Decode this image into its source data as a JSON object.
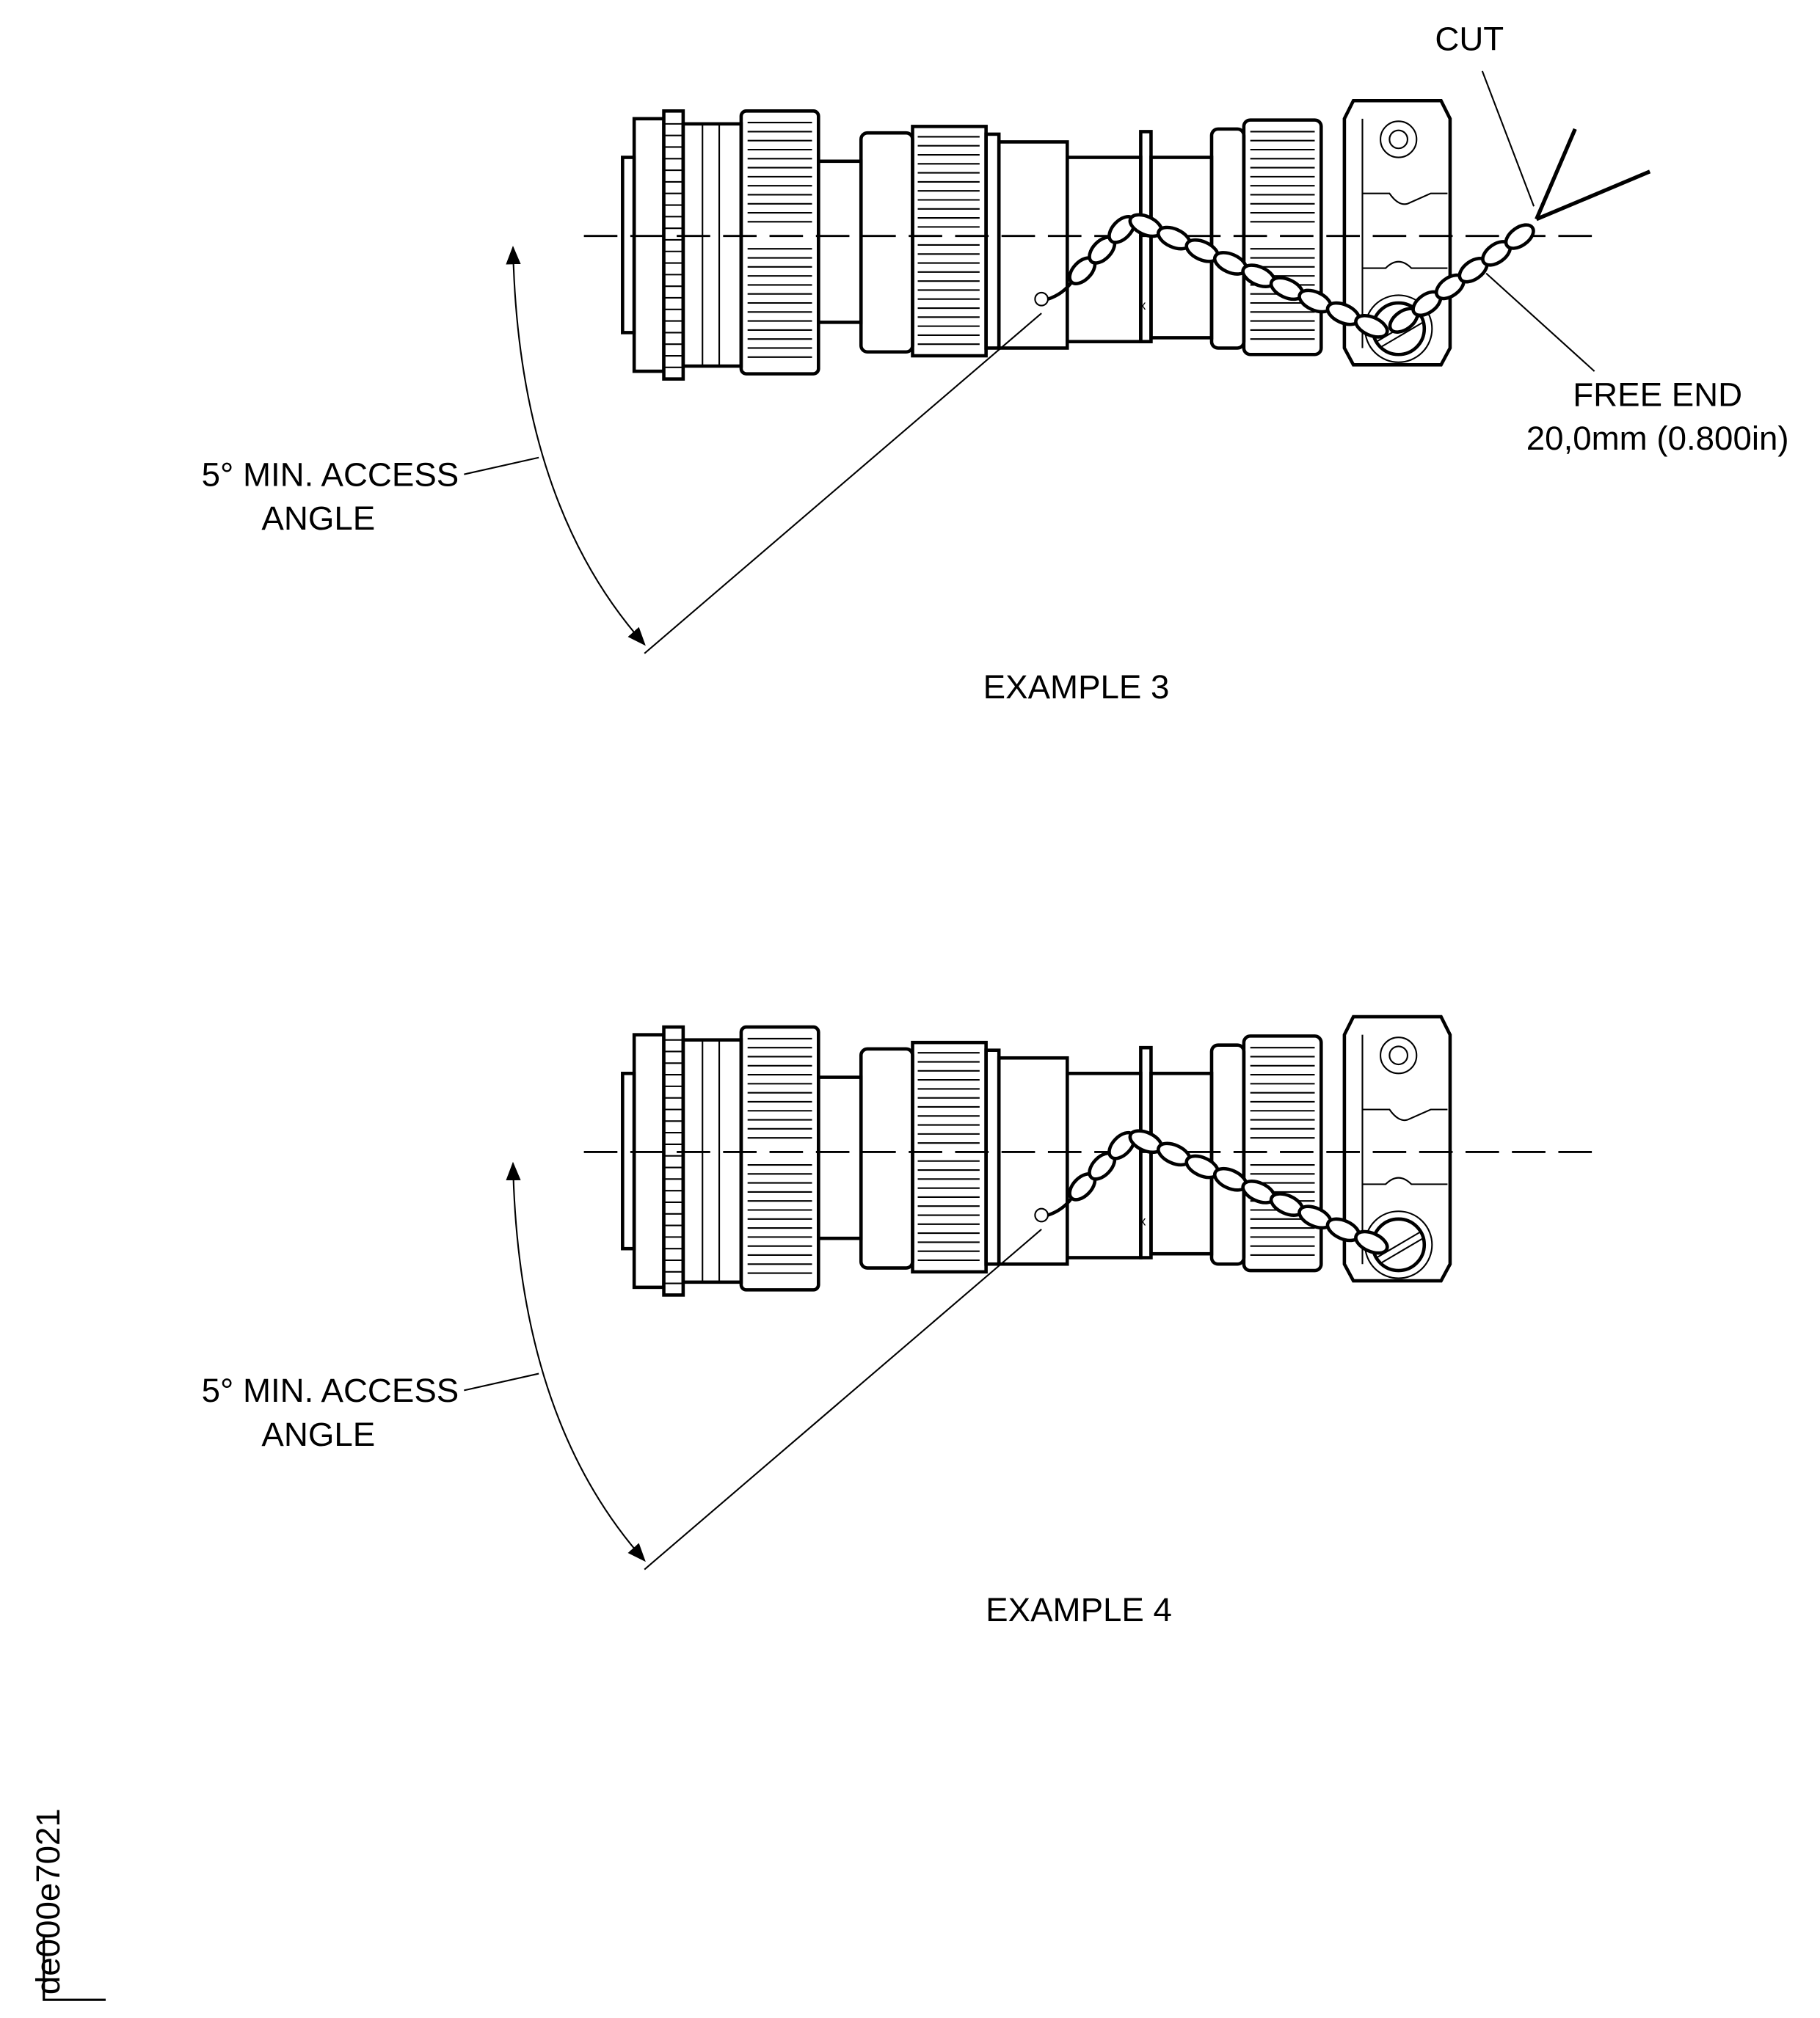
{
  "figure_id": "de000e7021",
  "examples": [
    {
      "title": "EXAMPLE 3",
      "angle_label_line1": "5° MIN. ACCESS",
      "angle_label_line2": "ANGLE",
      "cut_label": "CUT",
      "free_end_label": "FREE END",
      "free_end_length": "20,0mm (0.800in)"
    },
    {
      "title": "EXAMPLE 4",
      "angle_label_line1": "5° MIN. ACCESS",
      "angle_label_line2": "ANGLE"
    }
  ]
}
